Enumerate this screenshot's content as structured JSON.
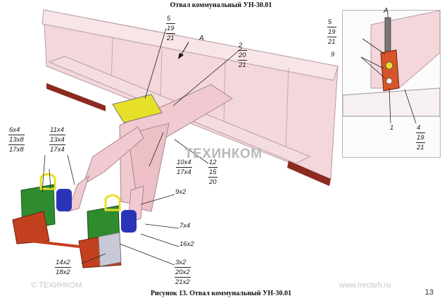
{
  "header": {
    "title": "Отвал коммунальный УН-30.01"
  },
  "caption": "Рисунок 13. Отвал коммунальный УН-30.01",
  "page_number": "13",
  "watermarks": {
    "left": "© ТЕХИНКОМ",
    "right": "www.mroteh.ru",
    "center": "ТЕХИНКОМ"
  },
  "direction_marker": "A",
  "callouts": {
    "c5_main": [
      "5",
      "19",
      "21"
    ],
    "c2": [
      "2",
      "20",
      "21"
    ],
    "c6": [
      "6x4",
      "13x8",
      "17x8"
    ],
    "c11": [
      "11x4",
      "13x4",
      "17x4"
    ],
    "c10": [
      "10x4",
      "17x4"
    ],
    "c12": [
      "12",
      "15",
      "20"
    ],
    "c9": [
      "9x2"
    ],
    "c7": [
      "7x4"
    ],
    "c16": [
      "16x2"
    ],
    "c14": [
      "14x2",
      "18x2"
    ],
    "c3": [
      "3x2",
      "20x2",
      "21x2"
    ],
    "inset_5": [
      "5",
      "19",
      "21"
    ],
    "inset_9": [
      "9"
    ],
    "inset_1": [
      "1"
    ],
    "inset_4": [
      "4",
      "19",
      "21"
    ],
    "inset_A": [
      "A"
    ]
  },
  "colors": {
    "blade": "#f3d7da",
    "blade_edge": "#8c2a20",
    "frame": "#f1c9d0",
    "spring": "#2a34b8",
    "plate_green": "#2e8c2e",
    "bracket_yellow": "#e6e02a"
  }
}
